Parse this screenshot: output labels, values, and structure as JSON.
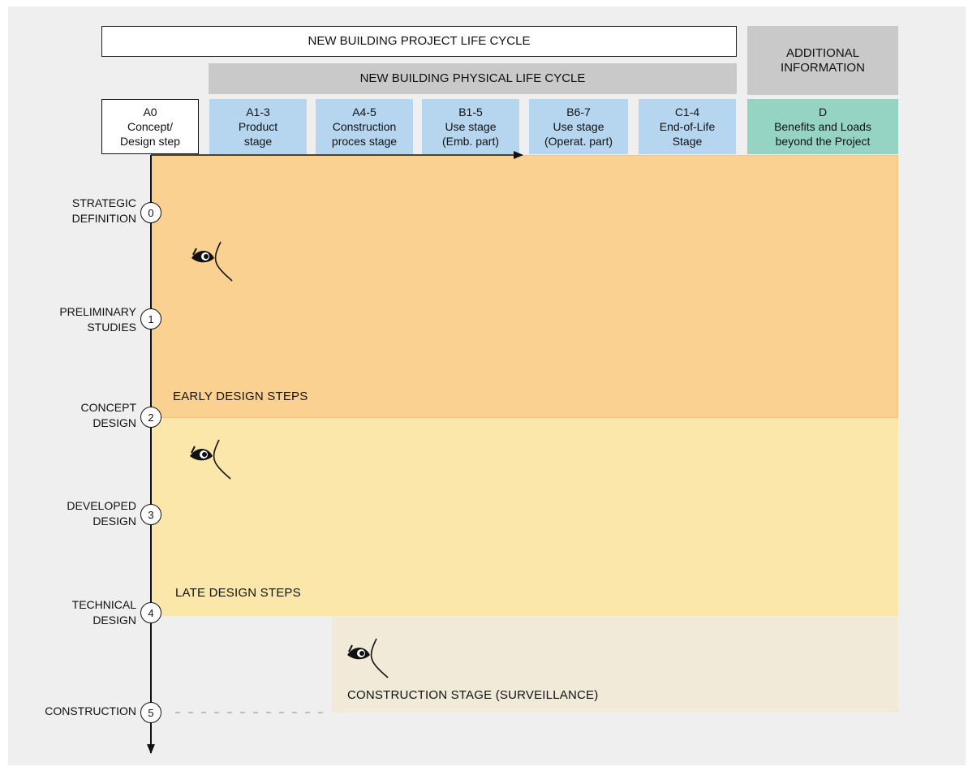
{
  "header": {
    "project_life_cycle": "NEW BUILDING PROJECT LIFE CYCLE",
    "physical_life_cycle": "NEW BUILDING PHYSICAL LIFE CYCLE",
    "additional_line1": "ADDITIONAL",
    "additional_line2": "INFORMATION"
  },
  "stages": [
    {
      "code": "A0",
      "line1": "Concept/",
      "line2": "Design step"
    },
    {
      "code": "A1-3",
      "line1": "Product",
      "line2": "stage"
    },
    {
      "code": "A4-5",
      "line1": "Construction",
      "line2": "proces stage"
    },
    {
      "code": "B1-5",
      "line1": "Use stage",
      "line2": "(Emb. part)"
    },
    {
      "code": "B6-7",
      "line1": "Use stage",
      "line2": "(Operat. part)"
    },
    {
      "code": "C1-4",
      "line1": "End-of-Life",
      "line2": "Stage"
    },
    {
      "code": "D",
      "line1": "Benefits and Loads",
      "line2": "beyond the Project"
    }
  ],
  "design_steps": [
    {
      "number": "0",
      "line1": "STRATEGIC",
      "line2": "DEFINITION"
    },
    {
      "number": "1",
      "line1": "PRELIMINARY",
      "line2": "STUDIES"
    },
    {
      "number": "2",
      "line1": "CONCEPT",
      "line2": "DESIGN"
    },
    {
      "number": "3",
      "line1": "DEVELOPED",
      "line2": "DESIGN"
    },
    {
      "number": "4",
      "line1": "TECHNICAL",
      "line2": "DESIGN"
    },
    {
      "number": "5",
      "line1": "CONSTRUCTION",
      "line2": ""
    }
  ],
  "zones": {
    "early": "EARLY DESIGN STEPS",
    "late": "LATE DESIGN STEPS",
    "construction": "CONSTRUCTION STAGE (SURVEILLANCE)"
  },
  "colors": {
    "early_zone": "#fbd192",
    "late_zone": "#fce7ab",
    "construction_zone": "#f1ead8",
    "stage_blue": "#b6d6ef",
    "stage_d": "#95d3c3",
    "header_grey": "#c9c9c9"
  },
  "icons": [
    "eye-icon",
    "eye-icon",
    "eye-icon"
  ]
}
